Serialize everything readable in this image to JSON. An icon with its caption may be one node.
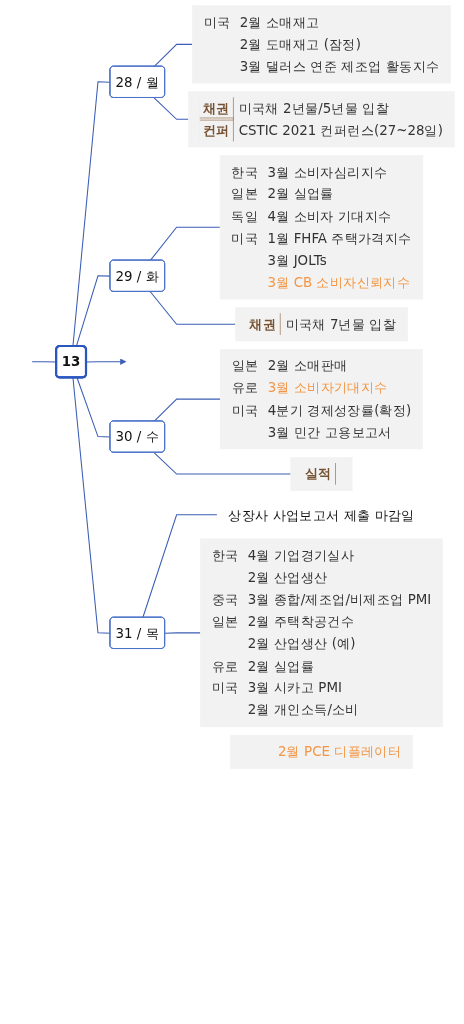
{
  "diagram": {
    "nodes": [
      {
        "text": [
          "13"
        ]
      },
      {
        "text": [
          "28 / 월"
        ]
      },
      {
        "text": [
          "미국",
          "2월 소매재고",
          "2월 도매재고 (잠정)",
          "3월 댈러스 연준 제조업 활동지수"
        ]
      },
      {
        "text": [
          "채권",
          "미국채 2년물/5년물 입찰",
          "컨퍼",
          "CSTIC 2021 컨퍼런스(27~28일)"
        ]
      },
      {
        "text": [
          "29 / 화"
        ]
      },
      {
        "text": [
          "한국",
          "3월 소비자심리지수",
          "일본",
          "2월 실업률",
          "독일",
          "4월 소비자 기대지수",
          "미국",
          "1월 FHFA 주택가격지수",
          "3월 JOLTs",
          "3월 CB 소비자신뢰지수"
        ]
      },
      {
        "text": [
          "채권",
          "미국채 7년물 입찰"
        ]
      },
      {
        "text": [
          "30 / 수"
        ]
      },
      {
        "text": [
          "일본",
          "2월 소매판매",
          "유로",
          "3월 소비자기대지수",
          "미국",
          "4분기 경제성장률(확정)",
          "3월 민간 고용보고서"
        ]
      },
      {
        "text": [
          "실적"
        ]
      },
      {
        "text": [
          "31 / 목"
        ]
      },
      {
        "text": [
          "상장사 사업보고서 제출 마감일"
        ]
      },
      {
        "text": [
          "한국",
          "4월 기업경기실사",
          "2월 산업생산",
          "중국",
          "3월 종합/제조업/비제조업 PMI",
          "일본",
          "2월 주택착공건수",
          "2월 산업생산 (예)",
          "유로",
          "2월 실업률",
          "미국",
          "3월 시카고 PMI",
          "2월 개인소득/소비"
        ]
      },
      {
        "text": [
          "2월 PCE 디플레이터"
        ]
      }
    ],
    "edges": [
      {
        "from": null,
        "to": 0,
        "arrow": "none"
      },
      {
        "from": 0,
        "to": null,
        "arrow": "to"
      },
      {
        "from": 0,
        "to": 1,
        "arrow": "none"
      },
      {
        "from": 1,
        "to": 2,
        "arrow": "none"
      },
      {
        "from": 1,
        "to": 3,
        "arrow": "none"
      },
      {
        "from": 0,
        "to": 4,
        "arrow": "none"
      },
      {
        "from": 4,
        "to": 5,
        "arrow": "none"
      },
      {
        "from": 4,
        "to": 6,
        "arrow": "none"
      },
      {
        "from": 0,
        "to": 7,
        "arrow": "none"
      },
      {
        "from": 7,
        "to": 8,
        "arrow": "none"
      },
      {
        "from": 7,
        "to": 9,
        "arrow": "none"
      },
      {
        "from": 0,
        "to": 10,
        "arrow": "none"
      },
      {
        "from": 10,
        "to": 11,
        "arrow": "none"
      },
      {
        "from": 10,
        "to": 12,
        "arrow": "none"
      }
    ]
  }
}
